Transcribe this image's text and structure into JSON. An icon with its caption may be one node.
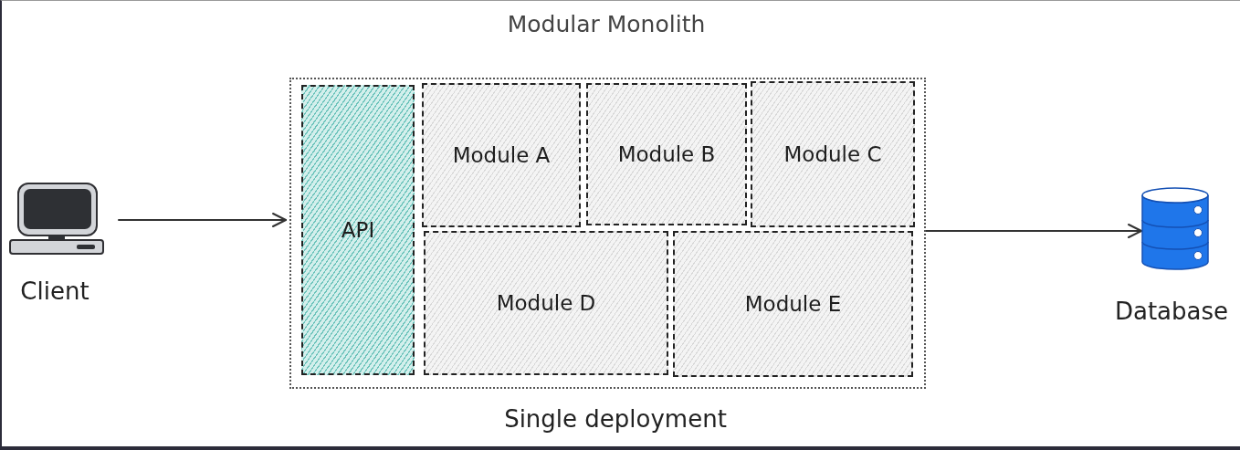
{
  "diagram": {
    "nodes": [
      {
        "text": [
          "Modular Monolith"
        ],
        "beside": [
          "Single deployment"
        ]
      },
      {
        "text": [],
        "shape": "picture",
        "beside": [
          "Client"
        ]
      },
      {
        "text": [
          "API"
        ],
        "in": 0
      },
      {
        "text": [
          "Module A"
        ],
        "in": 0
      },
      {
        "text": [
          "Module B"
        ],
        "in": 0
      },
      {
        "text": [
          "Module C"
        ],
        "in": 0
      },
      {
        "text": [
          "Module D"
        ],
        "in": 0
      },
      {
        "text": [
          "Module E"
        ],
        "in": 0
      },
      {
        "text": [],
        "shape": "cylinder",
        "beside": [
          "Database"
        ]
      }
    ],
    "edges": [
      {
        "from": 1,
        "to": 0,
        "arrow": "to"
      },
      {
        "from": 0,
        "to": 8,
        "arrow": "to"
      }
    ]
  }
}
